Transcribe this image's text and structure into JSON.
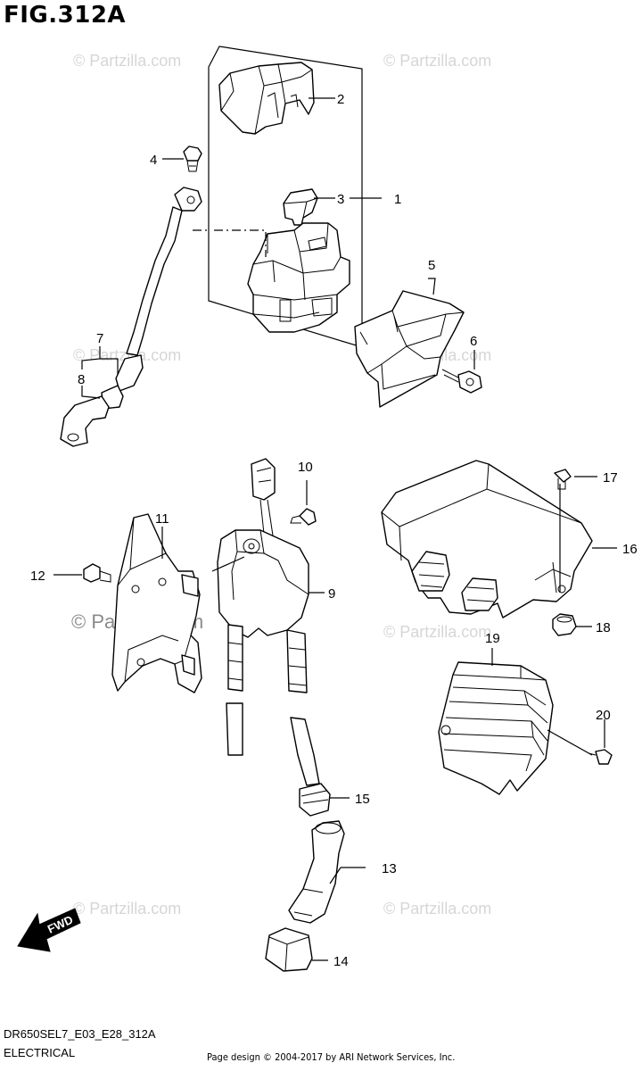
{
  "figure": {
    "title": "FIG.312A",
    "model_code": "DR650SEL7_E03_E28_312A",
    "section": "ELECTRICAL",
    "credit": "Page design © 2004-2017 by ARI Network Services, Inc."
  },
  "watermark": {
    "text": "© Partzilla.com"
  },
  "fwd_label": "FWD",
  "callouts": [
    "1",
    "2",
    "3",
    "4",
    "5",
    "6",
    "7",
    "8",
    "9",
    "10",
    "11",
    "12",
    "13",
    "14",
    "15",
    "16",
    "17",
    "18",
    "19",
    "20"
  ]
}
